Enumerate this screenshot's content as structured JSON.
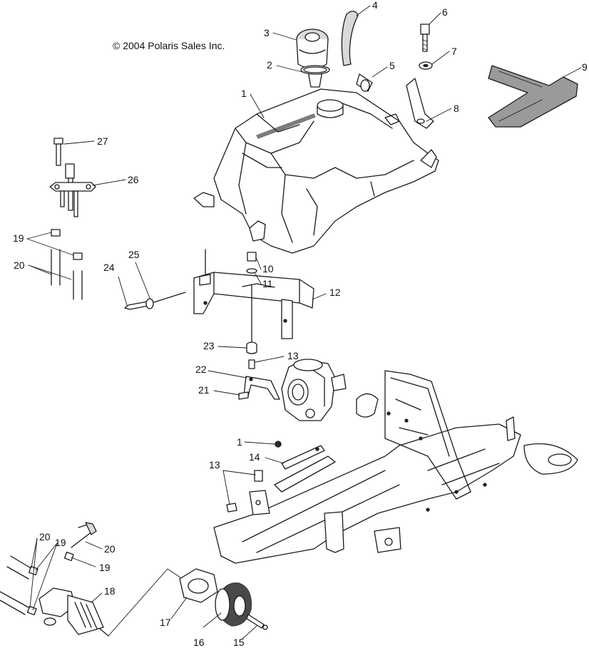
{
  "copyright": "© 2004 Polaris Sales Inc.",
  "callouts": {
    "c1": "1",
    "c1b": "1",
    "c2": "2",
    "c3": "3",
    "c4": "4",
    "c5": "5",
    "c6": "6",
    "c7": "7",
    "c8": "8",
    "c9": "9",
    "c10": "10",
    "c11": "11",
    "c12": "12",
    "c13a": "13",
    "c13b": "13",
    "c14": "14",
    "c15": "15",
    "c16": "16",
    "c17": "17",
    "c18": "18",
    "c19a": "19",
    "c19b": "19",
    "c19c": "19",
    "c20a": "20",
    "c20b": "20",
    "c20c": "20",
    "c21": "21",
    "c22": "22",
    "c23": "23",
    "c24": "24",
    "c25": "25",
    "c26": "26",
    "c27": "27"
  },
  "colors": {
    "ink": "#1a1a1a",
    "paper": "#ffffff"
  }
}
